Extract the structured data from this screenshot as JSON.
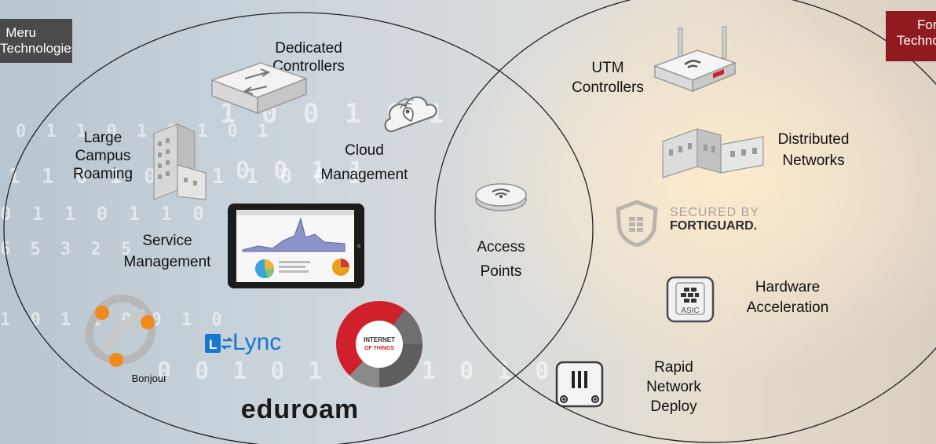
{
  "left_tag": {
    "line1": "Meru",
    "line2": "Technologies"
  },
  "right_tag": {
    "line1": "Fortinet",
    "line2": "Technologies"
  },
  "left_labels": {
    "dedicated_controllers": [
      "Dedicated",
      "Controllers"
    ],
    "large_campus_roaming": [
      "Large",
      "Campus",
      "Roaming"
    ],
    "cloud_management": [
      "Cloud",
      "Management"
    ],
    "service_management": [
      "Service",
      "Management"
    ]
  },
  "logos": {
    "bonjour": "Bonjour",
    "lync": "Lync",
    "internet_of_things": "INTERNET OF THINGS",
    "eduroam": "eduroam"
  },
  "center_label": [
    "Access",
    "Points"
  ],
  "right_labels": {
    "utm_controllers": [
      "UTM",
      "Controllers"
    ],
    "distributed_networks": [
      "Distributed",
      "Networks"
    ],
    "secured_by": [
      "SECURED BY",
      "FORTIGUARD."
    ],
    "hardware_acceleration": [
      "Hardware",
      "Acceleration"
    ],
    "asic": "ASIC",
    "rapid_network_deploy": [
      "Rapid",
      "Network",
      "Deploy"
    ]
  },
  "colors": {
    "left_tag_bg": "#4a4a4a",
    "right_tag_bg": "#8f1a1f",
    "circle_stroke": "#222222",
    "text": "#111111",
    "eduroam_blue": "#1f6fc9",
    "lync_blue": "#1976d2",
    "iot_red": "#d0202b"
  }
}
